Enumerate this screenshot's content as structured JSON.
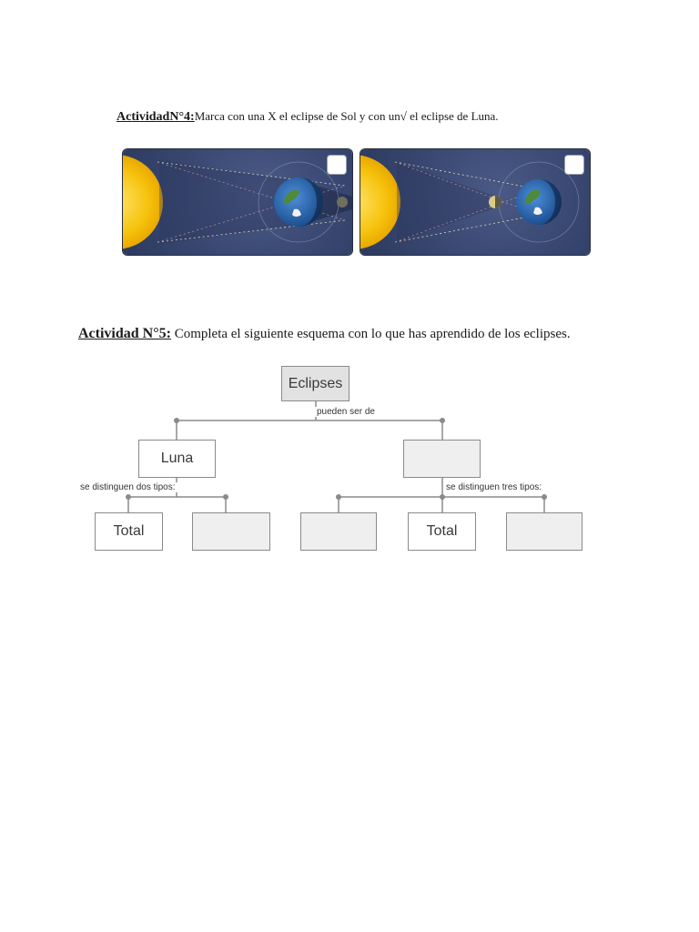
{
  "activity4": {
    "title": "ActividadN°4:",
    "instruction": "Marca con una X el eclipse de Sol y con un√ el eclipse de Luna."
  },
  "activity5": {
    "title": "Actividad N°5:",
    "instruction": "Completa el siguiente esquema con lo que has aprendido de los eclipses."
  },
  "scheme": {
    "root": "Eclipses",
    "root_connector": "pueden ser de",
    "left_branch": {
      "label": "Luna",
      "connector": "se distinguen dos tipos:",
      "children": [
        "Total",
        ""
      ]
    },
    "right_branch": {
      "label": "",
      "connector": "se distinguen tres tipos:",
      "children": [
        "",
        "Total",
        ""
      ]
    }
  },
  "colors": {
    "sun": "#f6c20c",
    "space": "#36456e",
    "earth": "#2f6fb8",
    "line": "#8a8a8a"
  }
}
